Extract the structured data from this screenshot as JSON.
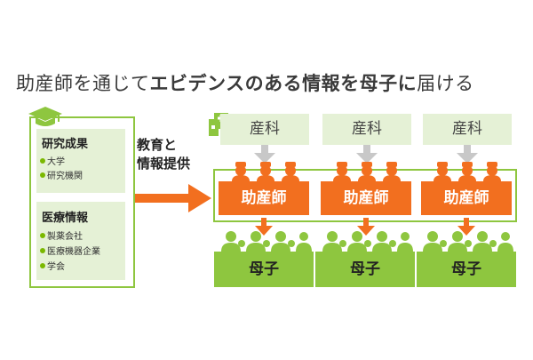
{
  "title": {
    "part1": "助産師を通じて",
    "part2": "エビデンスのある情報を母子に",
    "part3": "届ける"
  },
  "sources": {
    "research": {
      "heading": "研究成果",
      "items": [
        "大学",
        "研究機関"
      ]
    },
    "medical": {
      "heading": "医療情報",
      "items": [
        "製薬会社",
        "医療機器企業",
        "学会"
      ]
    }
  },
  "flow_label": {
    "line1": "教育と",
    "line2": "情報提供"
  },
  "columns": [
    {
      "obstetrics": "産科",
      "midwife": "助産師",
      "mother_child": "母子"
    },
    {
      "obstetrics": "産科",
      "midwife": "助産師",
      "mother_child": "母子"
    },
    {
      "obstetrics": "産科",
      "midwife": "助産師",
      "mother_child": "母子"
    }
  ],
  "colors": {
    "orange": "#f26f1f",
    "green": "#8ec63f",
    "light_green": "#e5f1d6",
    "gray_arrow": "#c8c8c8"
  },
  "icons": [
    "graduation-cap-icon",
    "hospital-icon",
    "midwife-person-icon",
    "mother-child-person-icon"
  ]
}
